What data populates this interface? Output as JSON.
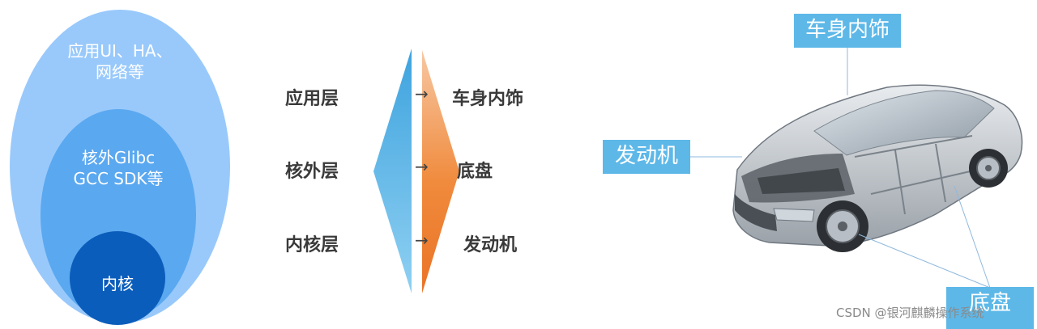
{
  "layers_ellipse": {
    "outer": [
      "应用UI、HA、",
      "网络等"
    ],
    "middle": [
      "核外Glibc",
      "GCC SDK等"
    ],
    "inner": "内核"
  },
  "layers": [
    {
      "name": "应用层",
      "maps_to": "车身内饰"
    },
    {
      "name": "核外层",
      "maps_to": "底盘"
    },
    {
      "name": "内核层",
      "maps_to": "发动机"
    }
  ],
  "arrow_glyph": "→",
  "car_labels": {
    "body_interior": "车身内饰",
    "engine": "发动机",
    "chassis": "底盘"
  },
  "watermark": "CSDN @银河麒麟操作系统",
  "colors": {
    "outer_ellipse": "#99c9fb",
    "middle_ellipse": "#5aa8f0",
    "inner_ellipse": "#0b5dbb",
    "blue_triangle": "#4aaee3",
    "orange_triangle": "#ef7d2e",
    "tag_blue": "#5db8e8"
  }
}
